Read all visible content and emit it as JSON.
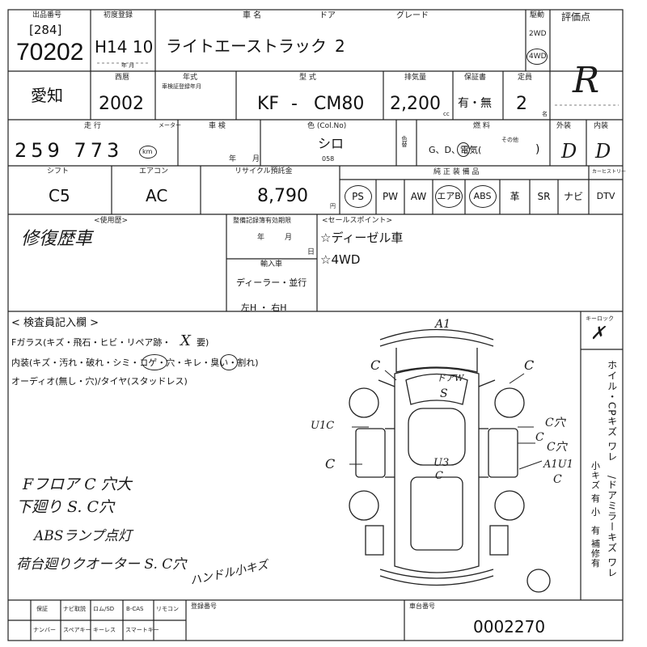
{
  "header": {
    "lot_no_label": "出品番号",
    "lot_bracket": "[284]",
    "lot_number": "70202",
    "first_reg_label": "初度登録",
    "first_reg": "H14 10",
    "year_month_label": "年 月",
    "car_name_label": "車 名",
    "car_name": "ライトエーストラック",
    "doors_label": "ドア",
    "doors": "2",
    "grade_label": "グレード",
    "drive_label": "駆動",
    "drive_2wd": "2WD",
    "drive_4wd": "4WD",
    "score_label": "評価点",
    "score": "R"
  },
  "row2": {
    "region": "愛知",
    "year_label": "西暦",
    "year": "2002",
    "model_year_label": "年式",
    "model_year_sub": "車検証登録年月",
    "type_label": "型 式",
    "type_prefix": "KF",
    "type_dash": "-",
    "type_code": "CM80",
    "displacement_label": "排気量",
    "displacement": "2,200",
    "displacement_unit": "cc",
    "insurance_label": "保証書",
    "insurance": "有・無",
    "seats_label": "定員",
    "seats": "2",
    "seats_unit": "名"
  },
  "row3": {
    "mileage_label": "走 行",
    "mileage": "259 773",
    "meter_label": "メーター",
    "mileage_unit": "km",
    "inspection_label": "車 検",
    "inspection_year": "年",
    "inspection_month": "月",
    "color_label": "色 (Col.No)",
    "color": "シロ",
    "color_code": "058",
    "color_change_label": "色替",
    "fuel_label": "燃 料",
    "fuel_options": "G、D、電気(",
    "fuel_other": "その他",
    "fuel_close": ")",
    "exterior_label": "外装",
    "exterior": "D",
    "interior_label": "内装",
    "interior": "D"
  },
  "row4": {
    "shift_label": "シフト",
    "shift": "C5",
    "ac_label": "エアコン",
    "ac": "AC",
    "recycle_label": "リサイクル預託金",
    "recycle": "8,790",
    "recycle_unit": "円",
    "equipment_label": "純 正 装 備 品",
    "equipment": [
      "PS",
      "PW",
      "AW",
      "エアB",
      "ABS",
      "革",
      "SR",
      "ナビ",
      "DTV"
    ],
    "equipment_circled": [
      true,
      false,
      false,
      true,
      true,
      false,
      false,
      false,
      false
    ],
    "car_history_label": "カーヒストリー"
  },
  "row5": {
    "history_label": "<使用歴>",
    "history": "修復歴車",
    "service_label": "整備記録簿有効期限",
    "service_year": "年",
    "service_month": "月",
    "service_day": "日",
    "import_label": "輸入車",
    "import_dealer": "ディーラー・並行",
    "steering": "左H ・ 右H",
    "sales_label": "<セールスポイント>",
    "sales_points": [
      "☆ディーゼル車",
      "☆4WD"
    ]
  },
  "inspector": {
    "title": "< 検査員記入欄 >",
    "line1": "Fガラス(キズ・飛石・ヒビ・リペア跡・",
    "line1_mark": "X",
    "line1_tail": "要)",
    "line2": "内装(キズ・汚れ・破れ・シミ・コゲ・穴・キレ・臭い・割れ)",
    "line3": "オーディオ(無し・穴)/タイヤ(スタッドレス)",
    "note1": "Fフロア C 穴大",
    "note2": "下廻り S. C穴",
    "note3": "ABSランプ点灯",
    "note4": "荷台廻りクオーター S. C穴",
    "note5": "ハンドル小キズ"
  },
  "diagram": {
    "marks": [
      "A1",
      "C",
      "C",
      "ドアW",
      "S",
      "U1C",
      "C穴",
      "C",
      "C穴",
      "C",
      "U3",
      "C",
      "A1U1",
      "C"
    ]
  },
  "side": {
    "key_label": "キーロック",
    "vertical1": "ホイル・CPキズ ワレ",
    "vertical2": "/ドアミラーキズ ワレ",
    "vertical3": "小キズ 有 小",
    "vertical4": "有 補修有"
  },
  "footer": {
    "labels_top": [
      "保証",
      "ナビ取説",
      "ロム/SD",
      "B-CAS",
      "リモコン"
    ],
    "labels_bottom": [
      "ナンバー",
      "スペアキー",
      "キーレス",
      "スマートキー"
    ],
    "other_label": "登録番号",
    "chassis_label": "車台番号",
    "chassis": "0002270"
  }
}
